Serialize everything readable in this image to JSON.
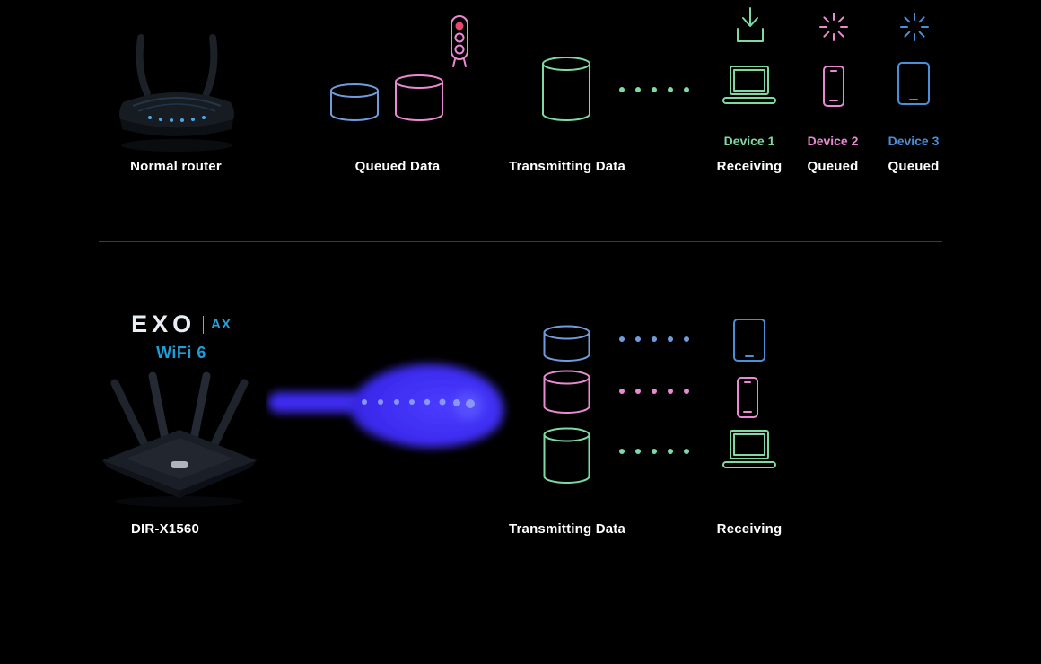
{
  "colors": {
    "background": "#000000",
    "blue": "#6f9ddb",
    "pink": "#e98ad2",
    "green": "#7fd9a2",
    "device_blue": "#4a90d9",
    "wifi_blue": "#1d9ed9",
    "beam_purple": "#3d2bf0",
    "traffic_red": "#e8476e"
  },
  "top_section": {
    "router_label": "Normal router",
    "queued_data_label": "Queued Data",
    "transmitting_data_label": "Transmitting Data",
    "devices": [
      {
        "name": "Device 1",
        "status": "Receiving"
      },
      {
        "name": "Device 2",
        "status": "Queued"
      },
      {
        "name": "Device 3",
        "status": "Queued"
      }
    ]
  },
  "bottom_section": {
    "logo_text": "EXO",
    "logo_suffix": "AX",
    "wifi_label": "WiFi 6",
    "router_label": "DIR-X1560",
    "transmitting_data_label": "Transmitting Data",
    "receiving_label": "Receiving"
  }
}
